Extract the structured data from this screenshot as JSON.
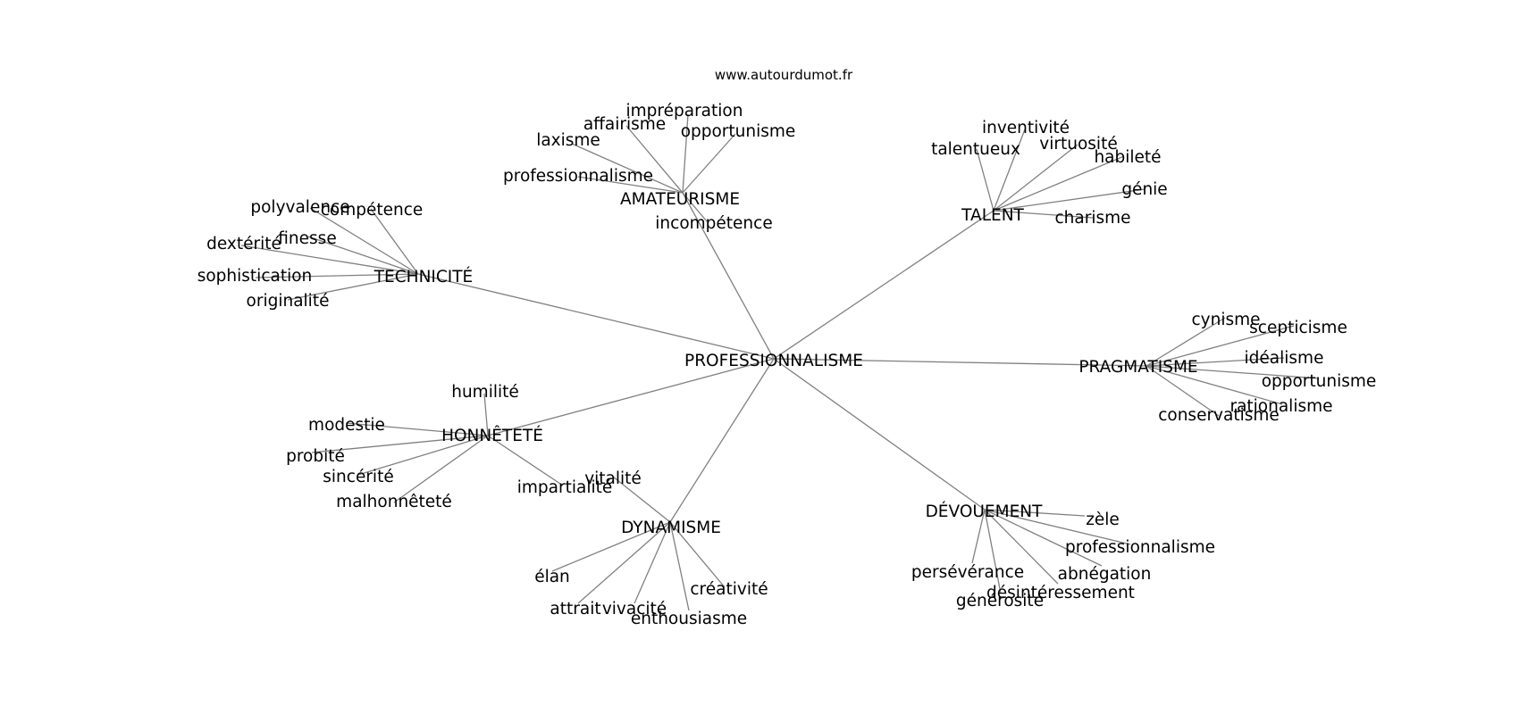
{
  "source": "www.autourdumot.fr",
  "center": "PROFESSIONNALISME",
  "colors": {
    "edge": "#808080",
    "text": "#000000",
    "background": "#ffffff"
  },
  "clusters": [
    {
      "label": "AMATEURISME",
      "words": [
        "impréparation",
        "affairisme",
        "opportunisme",
        "laxisme",
        "professionnalisme",
        "incompétence"
      ]
    },
    {
      "label": "TALENT",
      "words": [
        "inventivité",
        "talentueux",
        "virtuosité",
        "habileté",
        "génie",
        "charisme"
      ]
    },
    {
      "label": "TECHNICITÉ",
      "words": [
        "polyvalence",
        "compétence",
        "finesse",
        "dextérité",
        "sophistication",
        "originalité"
      ]
    },
    {
      "label": "PRAGMATISME",
      "words": [
        "cynisme",
        "scepticisme",
        "idéalisme",
        "opportunisme",
        "rationalisme",
        "conservatisme"
      ]
    },
    {
      "label": "HONNÊTETÉ",
      "words": [
        "humilité",
        "modestie",
        "probité",
        "sincérité",
        "malhonnêteté",
        "impartialité"
      ]
    },
    {
      "label": "DYNAMISME",
      "words": [
        "vitalité",
        "élan",
        "attrait",
        "vivacité",
        "enthousiasme",
        "créativité"
      ]
    },
    {
      "label": "DÉVOUEMENT",
      "words": [
        "zèle",
        "professionnalisme",
        "abnégation",
        "persévérance",
        "désintéressement",
        "générosité"
      ]
    }
  ]
}
